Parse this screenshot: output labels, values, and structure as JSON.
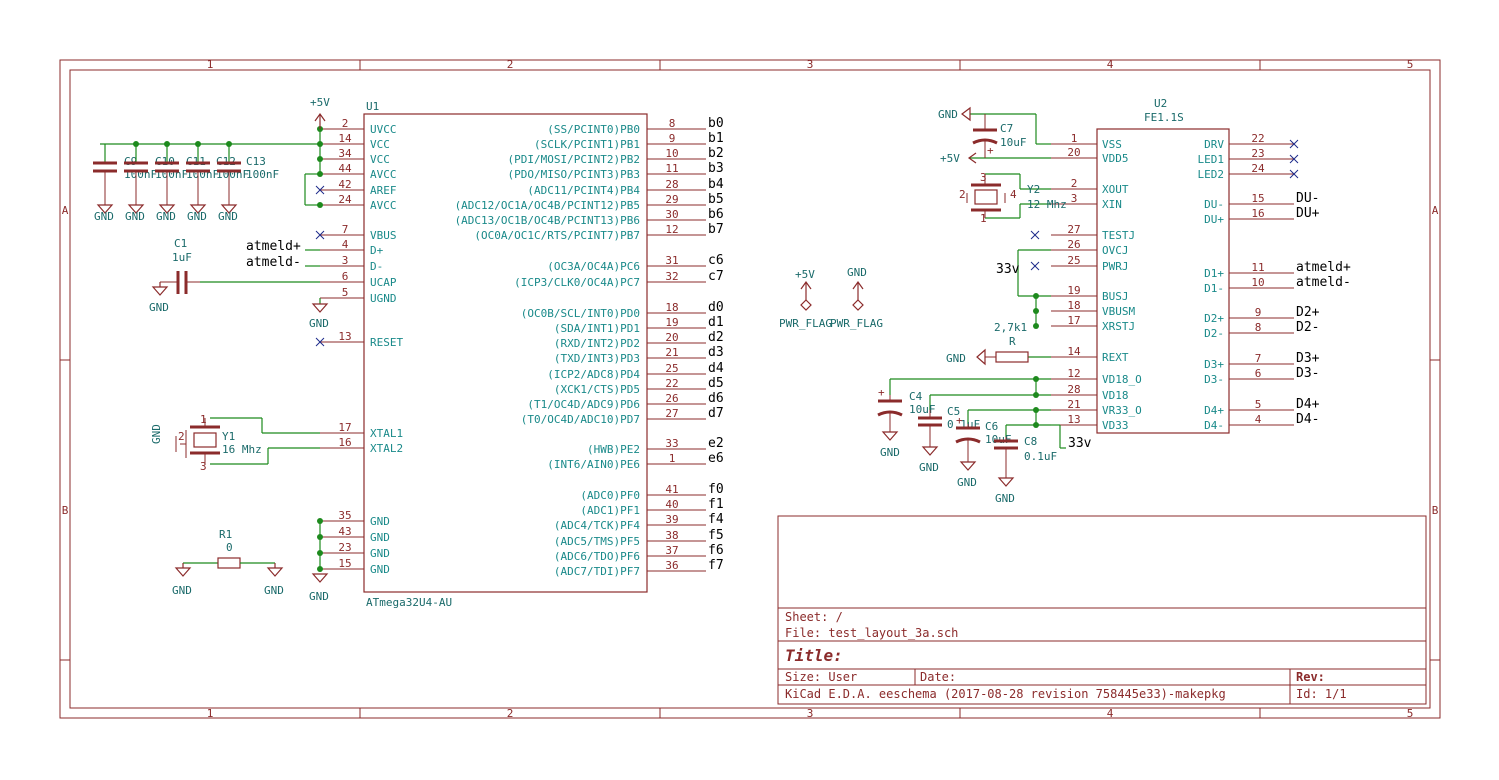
{
  "frame": {
    "cols": [
      "1",
      "2",
      "3",
      "4",
      "5"
    ],
    "rows": [
      "A",
      "B"
    ]
  },
  "u1": {
    "ref": "U1",
    "value": "ATmega32U4-AU",
    "left_pins": [
      {
        "name": "UVCC",
        "num": "2"
      },
      {
        "name": "VCC",
        "num": "14"
      },
      {
        "name": "VCC",
        "num": "34"
      },
      {
        "name": "AVCC",
        "num": "44"
      },
      {
        "name": "AREF",
        "num": "42"
      },
      {
        "name": "AVCC",
        "num": "24"
      },
      {
        "name": "VBUS",
        "num": "7"
      },
      {
        "name": "D+",
        "num": "4"
      },
      {
        "name": "D-",
        "num": "3"
      },
      {
        "name": "UCAP",
        "num": "6"
      },
      {
        "name": "UGND",
        "num": "5"
      },
      {
        "name": "RESET",
        "num": "13"
      },
      {
        "name": "XTAL1",
        "num": "17"
      },
      {
        "name": "XTAL2",
        "num": "16"
      },
      {
        "name": "GND",
        "num": "35"
      },
      {
        "name": "GND",
        "num": "43"
      },
      {
        "name": "GND",
        "num": "23"
      },
      {
        "name": "GND",
        "num": "15"
      }
    ],
    "right_pins": [
      {
        "name": "(SS/PCINT0)PB0",
        "num": "8",
        "net": "b0"
      },
      {
        "name": "(SCLK/PCINT1)PB1",
        "num": "9",
        "net": "b1"
      },
      {
        "name": "(PDI/MOSI/PCINT2)PB2",
        "num": "10",
        "net": "b2"
      },
      {
        "name": "(PDO/MISO/PCINT3)PB3",
        "num": "11",
        "net": "b3"
      },
      {
        "name": "(ADC11/PCINT4)PB4",
        "num": "28",
        "net": "b4"
      },
      {
        "name": "(ADC12/OC1A/OC4B/PCINT12)PB5",
        "num": "29",
        "net": "b5"
      },
      {
        "name": "(ADC13/OC1B/OC4B/PCINT13)PB6",
        "num": "30",
        "net": "b6"
      },
      {
        "name": "(OC0A/OC1C/RTS/PCINT7)PB7",
        "num": "12",
        "net": "b7"
      },
      {
        "name": "(OC3A/OC4A)PC6",
        "num": "31",
        "net": "c6"
      },
      {
        "name": "(ICP3/CLK0/OC4A)PC7",
        "num": "32",
        "net": "c7"
      },
      {
        "name": "(OC0B/SCL/INT0)PD0",
        "num": "18",
        "net": "d0"
      },
      {
        "name": "(SDA/INT1)PD1",
        "num": "19",
        "net": "d1"
      },
      {
        "name": "(RXD/INT2)PD2",
        "num": "20",
        "net": "d2"
      },
      {
        "name": "(TXD/INT3)PD3",
        "num": "21",
        "net": "d3"
      },
      {
        "name": "(ICP2/ADC8)PD4",
        "num": "25",
        "net": "d4"
      },
      {
        "name": "(XCK1/CTS)PD5",
        "num": "22",
        "net": "d5"
      },
      {
        "name": "(T1/OC4D/ADC9)PD6",
        "num": "26",
        "net": "d6"
      },
      {
        "name": "(T0/OC4D/ADC10)PD7",
        "num": "27",
        "net": "d7"
      },
      {
        "name": "(HWB)PE2",
        "num": "33",
        "net": "e2"
      },
      {
        "name": "(INT6/AIN0)PE6",
        "num": "1",
        "net": "e6"
      },
      {
        "name": "(ADC0)PF0",
        "num": "41",
        "net": "f0"
      },
      {
        "name": "(ADC1)PF1",
        "num": "40",
        "net": "f1"
      },
      {
        "name": "(ADC4/TCK)PF4",
        "num": "39",
        "net": "f4"
      },
      {
        "name": "(ADC5/TMS)PF5",
        "num": "38",
        "net": "f5"
      },
      {
        "name": "(ADC6/TDO)PF6",
        "num": "37",
        "net": "f6"
      },
      {
        "name": "(ADC7/TDI)PF7",
        "num": "36",
        "net": "f7"
      }
    ]
  },
  "u2": {
    "ref": "U2",
    "value": "FE1.1S",
    "left_pins": [
      {
        "name": "VSS",
        "num": "1"
      },
      {
        "name": "VDD5",
        "num": "20"
      },
      {
        "name": "XOUT",
        "num": "2"
      },
      {
        "name": "XIN",
        "num": "3"
      },
      {
        "name": "TESTJ",
        "num": "27"
      },
      {
        "name": "OVCJ",
        "num": "26"
      },
      {
        "name": "PWRJ",
        "num": "25"
      },
      {
        "name": "BUSJ",
        "num": "19"
      },
      {
        "name": "VBUSM",
        "num": "18"
      },
      {
        "name": "XRSTJ",
        "num": "17"
      },
      {
        "name": "REXT",
        "num": "14"
      },
      {
        "name": "VD18_O",
        "num": "12"
      },
      {
        "name": "VD18",
        "num": "28"
      },
      {
        "name": "VR33_O",
        "num": "21"
      },
      {
        "name": "VD33",
        "num": "13"
      }
    ],
    "right_pins": [
      {
        "name": "DRV",
        "num": "22",
        "net": ""
      },
      {
        "name": "LED1",
        "num": "23",
        "net": ""
      },
      {
        "name": "LED2",
        "num": "24",
        "net": ""
      },
      {
        "name": "DU-",
        "num": "15",
        "net": "DU-"
      },
      {
        "name": "DU+",
        "num": "16",
        "net": "DU+"
      },
      {
        "name": "D1+",
        "num": "11",
        "net": "atmeld+"
      },
      {
        "name": "D1-",
        "num": "10",
        "net": "atmeld-"
      },
      {
        "name": "D2+",
        "num": "9",
        "net": "D2+"
      },
      {
        "name": "D2-",
        "num": "8",
        "net": "D2-"
      },
      {
        "name": "D3+",
        "num": "7",
        "net": "D3+"
      },
      {
        "name": "D3-",
        "num": "6",
        "net": "D3-"
      },
      {
        "name": "D4+",
        "num": "5",
        "net": "D4+"
      },
      {
        "name": "D4-",
        "num": "4",
        "net": "D4-"
      }
    ]
  },
  "labels": {
    "plus5v": "+5V",
    "gnd": "GND",
    "atmeld_plus": "atmeld+",
    "atmeld_minus": "atmeld-",
    "net33v": "33v",
    "pwr_flag": "PWR_FLAG"
  },
  "components": {
    "c1": {
      "ref": "C1",
      "value": "1uF"
    },
    "c9": {
      "ref": "C9",
      "value": "100nF"
    },
    "c10": {
      "ref": "C10",
      "value": "100nF"
    },
    "c11": {
      "ref": "C11",
      "value": "100nF"
    },
    "c12": {
      "ref": "C12",
      "value": "100nF"
    },
    "c13": {
      "ref": "C13",
      "value": "100nF"
    },
    "y1": {
      "ref": "Y1",
      "value": "16 Mhz"
    },
    "r1": {
      "ref": "R1",
      "value": "0"
    },
    "c7": {
      "ref": "C7",
      "value": "10uF"
    },
    "y2": {
      "ref": "Y2",
      "value": "12 Mhz"
    },
    "r": {
      "ref": "R",
      "value": "2,7k1"
    },
    "c4": {
      "ref": "C4",
      "value": "10uF"
    },
    "c5": {
      "ref": "C5",
      "value": "0.1uF"
    },
    "c6": {
      "ref": "C6",
      "value": "10uF"
    },
    "c8": {
      "ref": "C8",
      "value": "0.1uF"
    }
  },
  "titleblock": {
    "sheet": "Sheet: /",
    "file": "File: test_layout_3a.sch",
    "title": "Title:",
    "size": "Size: User",
    "date": "Date:",
    "rev": "Rev:",
    "kicad": "KiCad E.D.A.  eeschema (2017-08-28 revision 758445e33)-makepkg",
    "id": "Id: 1/1"
  }
}
